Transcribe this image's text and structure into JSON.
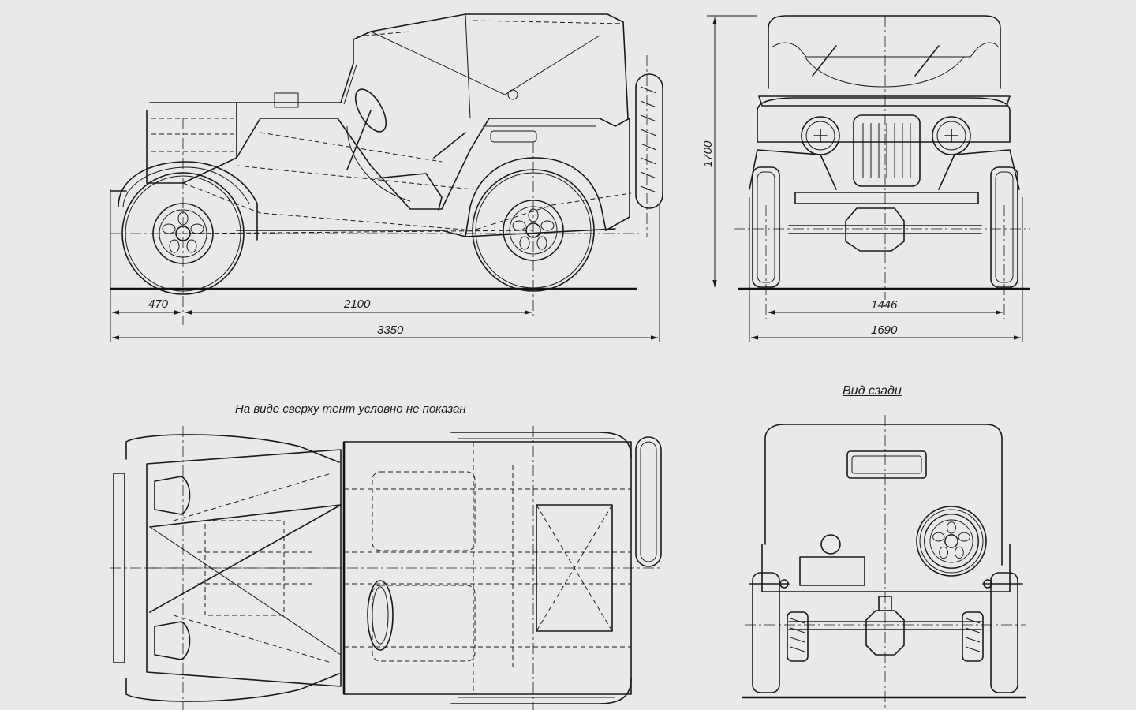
{
  "dimensions": {
    "front_overhang": "470",
    "wheelbase": "2100",
    "overall_length": "3350",
    "height": "1700",
    "track": "1446",
    "overall_width": "1690"
  },
  "notes": {
    "top_view_note": "На виде сверху тент условно не показан",
    "rear_view_title": "Вид сзади"
  }
}
